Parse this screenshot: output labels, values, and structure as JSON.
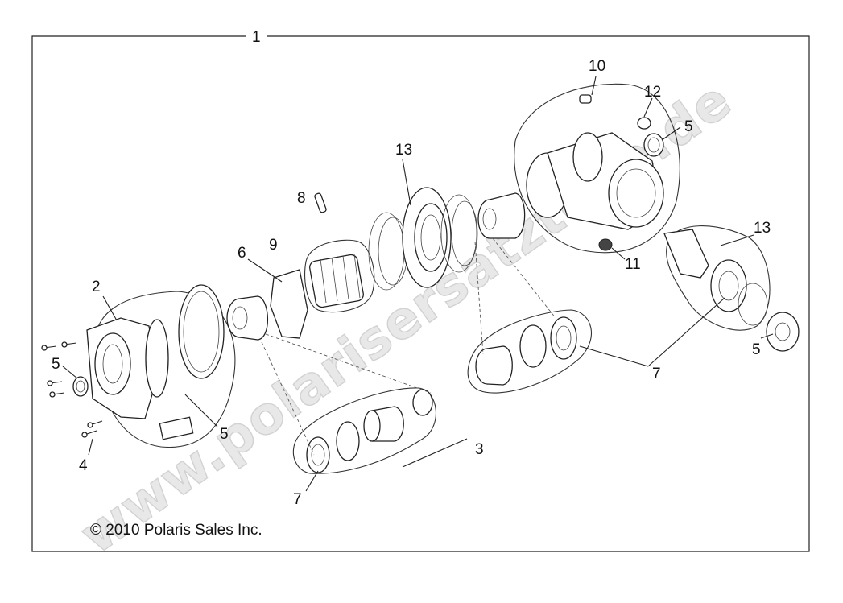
{
  "diagram": {
    "callouts": {
      "c1": "1",
      "c2": "2",
      "c3": "3",
      "c4": "4",
      "c5a": "5",
      "c5b": "5",
      "c5c": "5",
      "c5d": "5",
      "c6": "6",
      "c7a": "7",
      "c7b": "7",
      "c8": "8",
      "c9": "9",
      "c10": "10",
      "c11": "11",
      "c12": "12",
      "c13a": "13",
      "c13b": "13"
    },
    "copyright": "© 2010 Polaris Sales Inc.",
    "watermark": "www.polarisersatzteile.de"
  }
}
